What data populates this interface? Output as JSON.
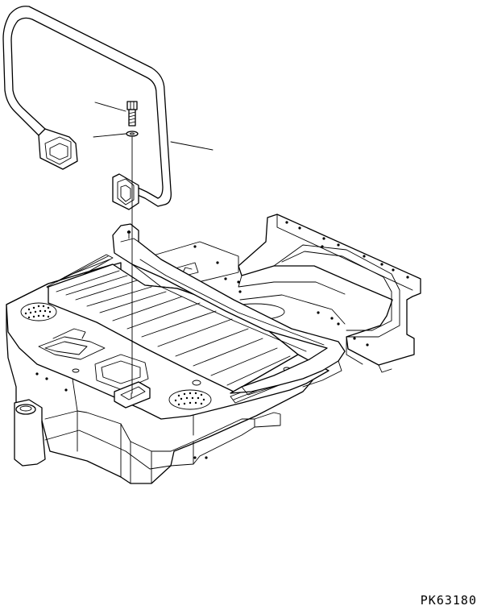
{
  "drawing": {
    "reference_code": "PK63180",
    "parts": [
      {
        "name": "handrail",
        "icon": "handrail-icon"
      },
      {
        "name": "bolt",
        "icon": "bolt-icon"
      },
      {
        "name": "washer",
        "icon": "washer-icon"
      },
      {
        "name": "floor-frame",
        "icon": "floor-frame-icon"
      }
    ]
  }
}
